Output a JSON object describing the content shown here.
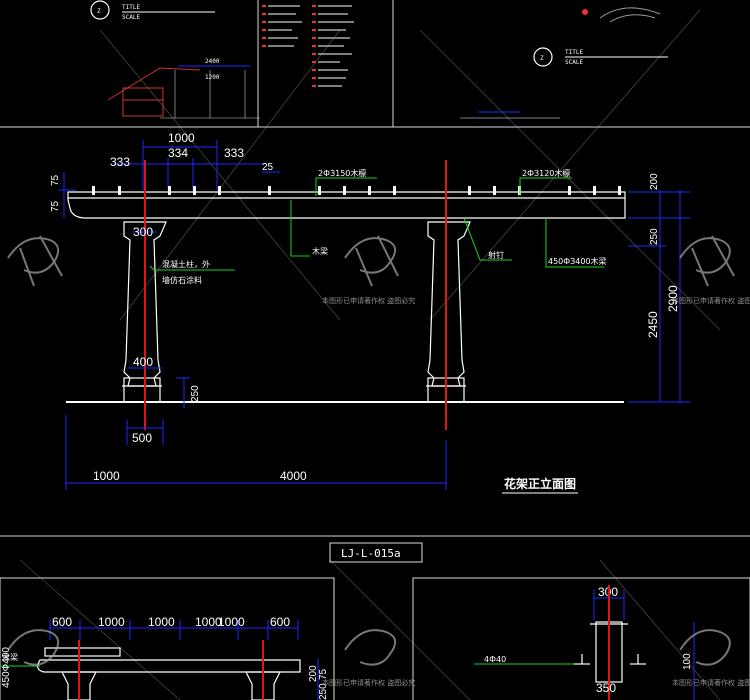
{
  "thumbs": {
    "left": {
      "circle_label": "Z",
      "title": "TITLE",
      "scale": "SCALE",
      "dims": [
        "2400",
        "1200"
      ]
    },
    "right": {
      "circle_label": "Z",
      "title": "TITLE",
      "scale": "SCALE"
    }
  },
  "main": {
    "top_dims": {
      "overall": "1000",
      "left": "333",
      "middle": "334",
      "right": "333"
    },
    "small_25": "25",
    "left_side": {
      "d75a": "75",
      "d75b": "75"
    },
    "right_side": {
      "d200": "200",
      "d250": "250",
      "d2450": "2450",
      "d2900": "2900"
    },
    "column": {
      "cap": "300",
      "base": "400",
      "plinth": "250",
      "foot": "500"
    },
    "bottom_dims": {
      "left": "1000",
      "span": "4000"
    },
    "callouts": {
      "rafter": "2ФЗ150木檩",
      "purlin": "2ФЗ120木檩",
      "beam": "木梁",
      "anchor": "射钉",
      "joist": "450ФЗ400木梁",
      "column_note_line1": "混凝土柱，外",
      "column_note_line2": "墙仿石涂料"
    },
    "drawing_title": "花架正立面图"
  },
  "sheet_code": "LJ-L-015a",
  "lower_left": {
    "dims": [
      "600",
      "1000",
      "1000",
      "1000",
      "1000",
      "600"
    ],
    "side": "450Ф400",
    "side_label": "木梁",
    "right_dims": [
      "200",
      "250",
      "75"
    ]
  },
  "lower_right": {
    "top": "300",
    "left_label": "4Ф40",
    "right_dim": "100",
    "base": "350"
  },
  "watermark": {
    "text": "本图形已申请著作权  盗图必究"
  }
}
